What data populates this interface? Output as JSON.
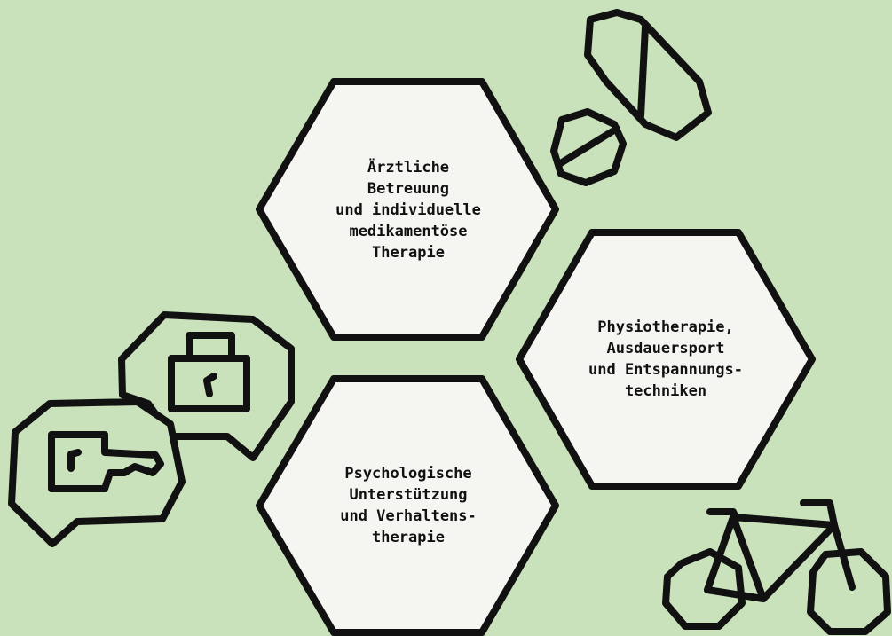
{
  "colors": {
    "background": "#c9e2bb",
    "hexagon_fill": "#f5f5f2",
    "stroke": "#111111"
  },
  "hexagons": [
    {
      "label": "Ärztliche\nBetreuung\nund individuelle\nmedikamentöse\nTherapie"
    },
    {
      "label": "Physiotherapie,\nAusdauersport\nund Entspannungs-\ntechniken"
    },
    {
      "label": "Psychologische\nUnterstützung\nund Verhaltens-\ntherapie"
    }
  ],
  "icons": [
    "pills-icon",
    "lock-speech-bubble-icon",
    "key-speech-bubble-icon",
    "bicycle-icon"
  ]
}
